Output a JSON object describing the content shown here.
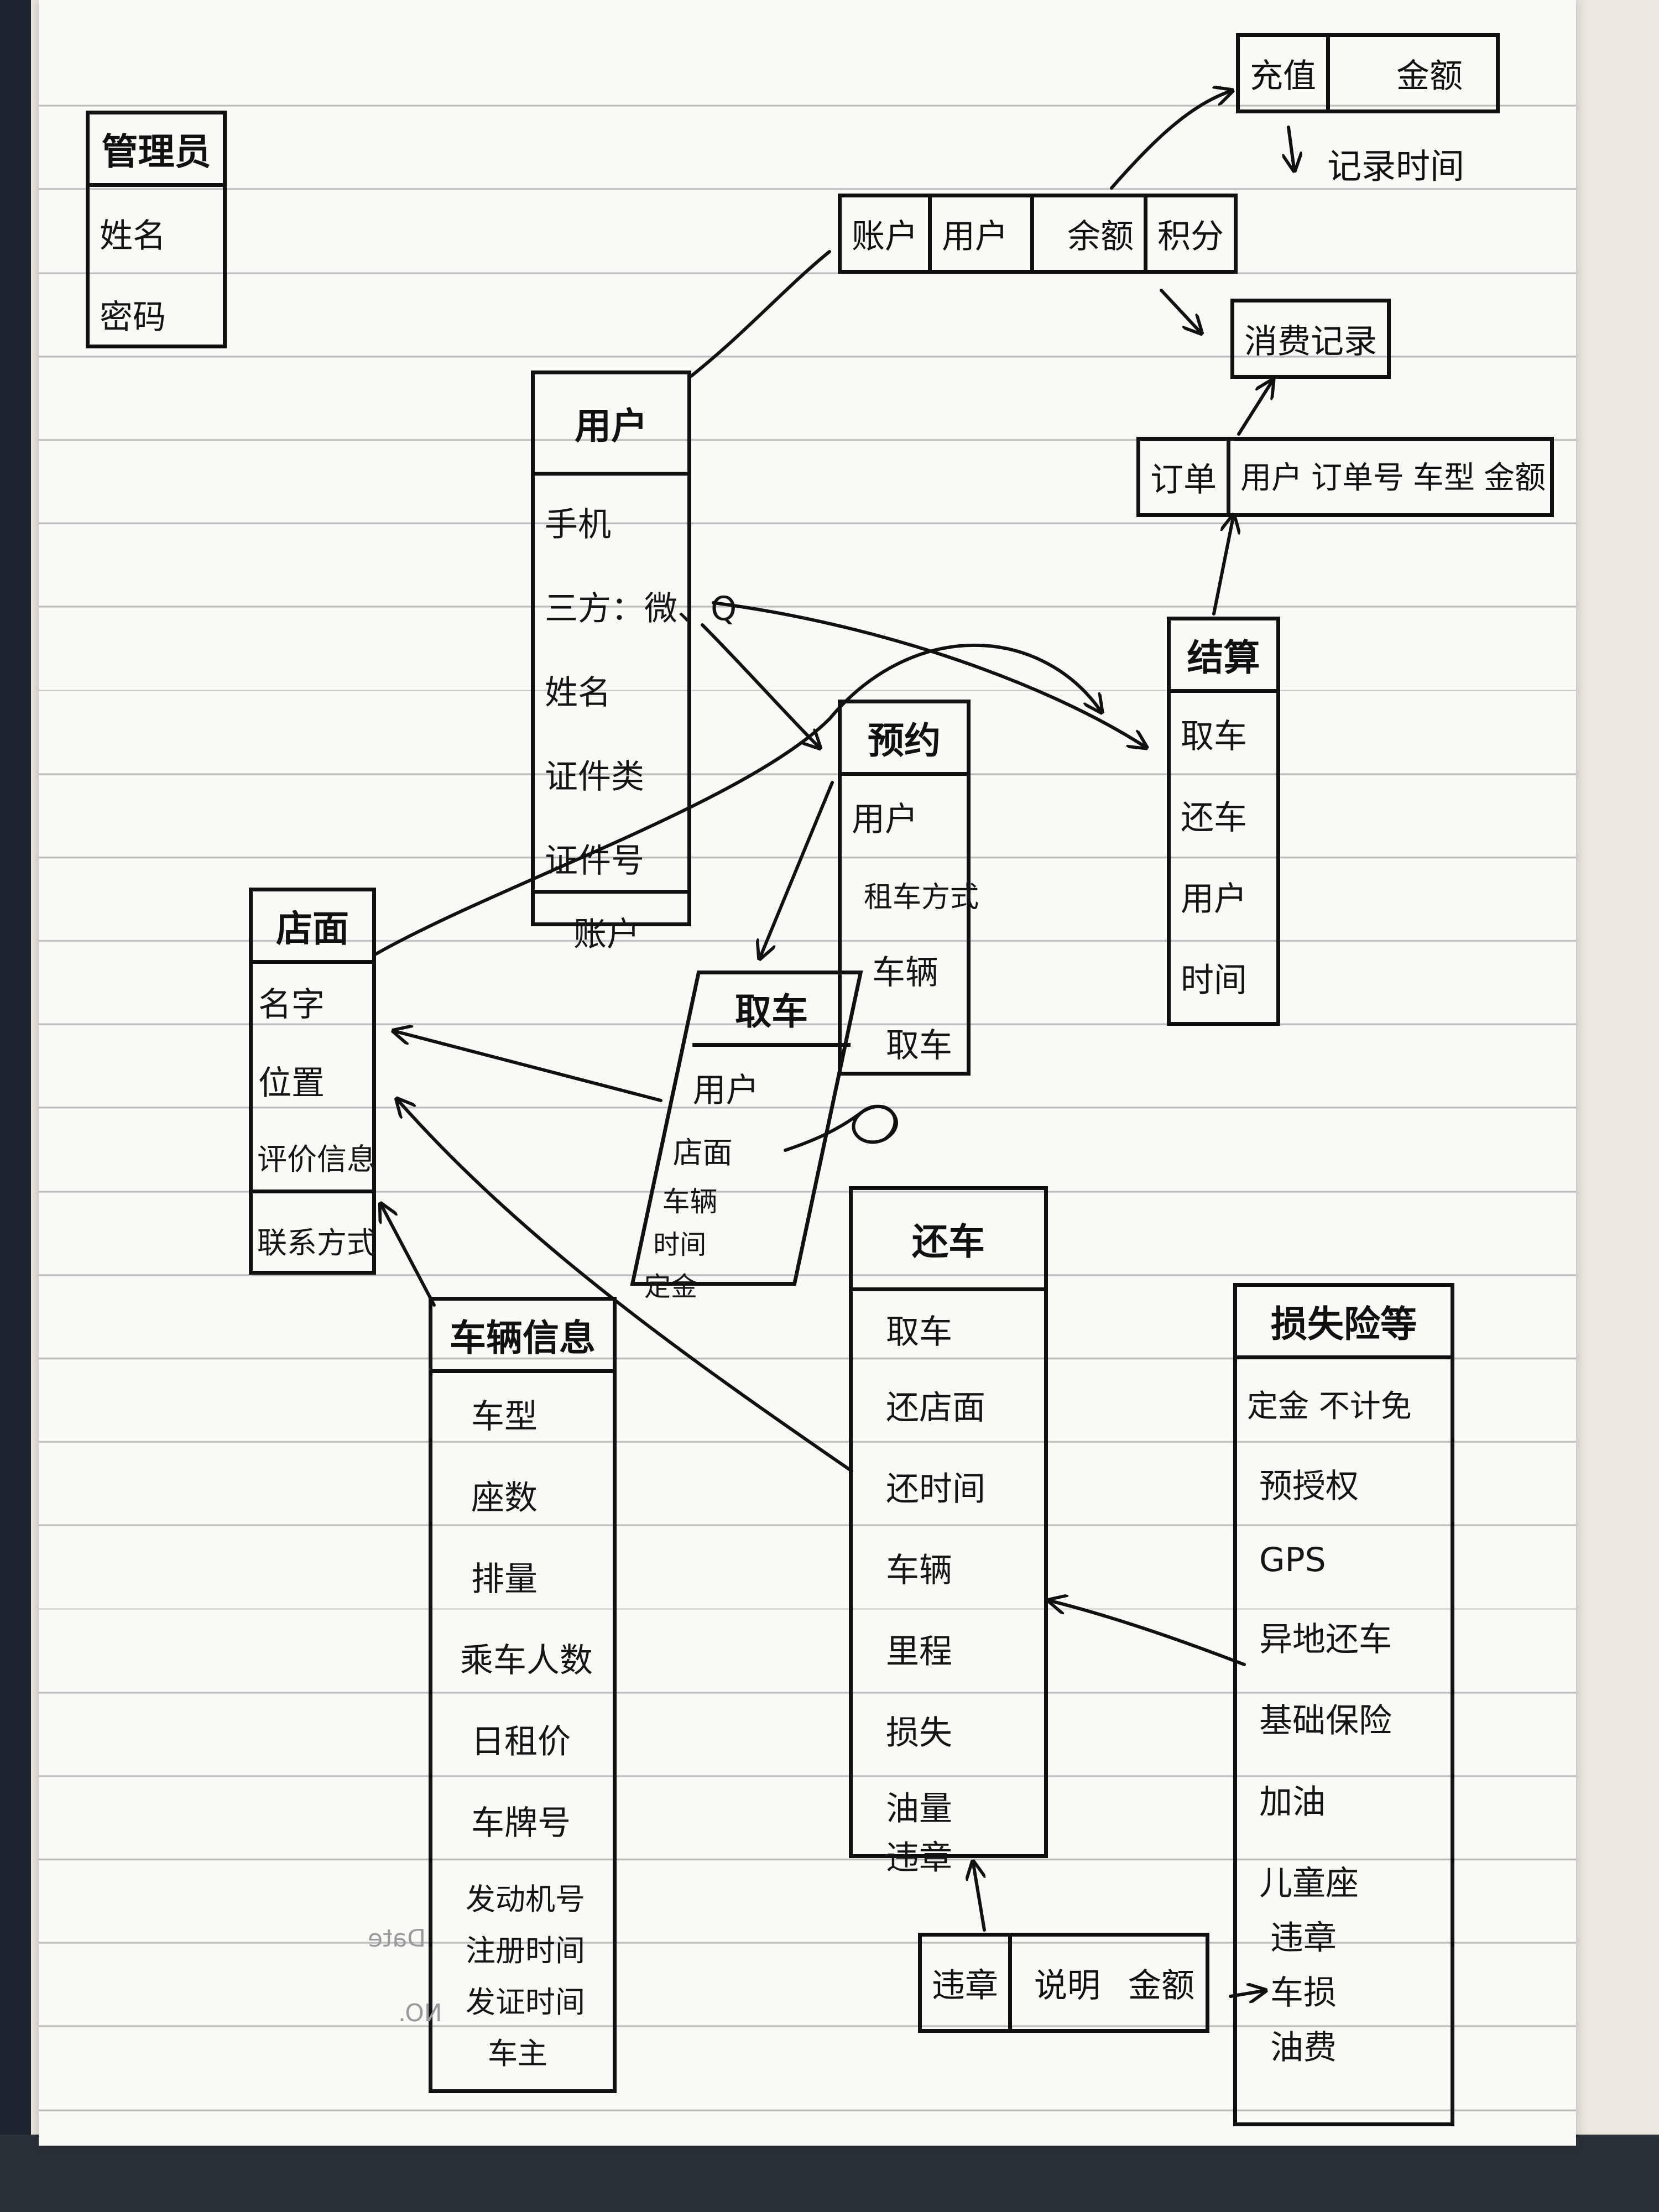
{
  "entities": {
    "admin": {
      "title": "管理员",
      "fields": [
        "姓名",
        "密码"
      ]
    },
    "user": {
      "title": "用户",
      "fields": [
        "手机",
        "三方：微、Q",
        "姓名",
        "证件类",
        "证件号",
        "账户"
      ]
    },
    "account": {
      "cells": [
        "账户",
        "用户",
        "余额",
        "积分"
      ]
    },
    "recharge": {
      "cells": [
        "充值",
        "金额"
      ],
      "note": "记录时间"
    },
    "consume": {
      "title": "消费记录"
    },
    "order": {
      "cells": [
        "订单",
        "用户",
        "订单号",
        "车型",
        "金额"
      ]
    },
    "settle": {
      "title": "结算",
      "fields": [
        "取车",
        "还车",
        "用户",
        "时间"
      ]
    },
    "reserve": {
      "title": "预约",
      "fields": [
        "用户",
        "租车方式",
        "车辆",
        "取车"
      ]
    },
    "store": {
      "title": "店面",
      "fields": [
        "名字",
        "位置",
        "评价信息",
        "联系方式"
      ]
    },
    "pickup": {
      "title": "取车",
      "fields": [
        "用户",
        "店面",
        "车辆",
        "时间",
        "定金"
      ]
    },
    "vehicle": {
      "title": "车辆信息",
      "fields": [
        "车型",
        "座数",
        "排量",
        "乘车人数",
        "日租价",
        "车牌号",
        "发动机号",
        "注册时间",
        "发证时间",
        "车主"
      ]
    },
    "return": {
      "title": "还车",
      "fields": [
        "取车",
        "还店面",
        "还时间",
        "车辆",
        "里程",
        "损失",
        "油量",
        "违章"
      ]
    },
    "loss": {
      "title": "损失险等",
      "fields": [
        "定金 不计免",
        "预授权",
        "GPS",
        "异地还车",
        "基础保险",
        "加油",
        "儿童座",
        "违章",
        "车损",
        "油费"
      ]
    },
    "violation": {
      "cells": [
        "违章",
        "说明",
        "金额"
      ]
    }
  },
  "printed_marks": {
    "date": "Date",
    "no": "NO."
  },
  "colors": {
    "ink": "#111111",
    "paper": "#f9f9f6",
    "rule": "#bcbcbc"
  }
}
